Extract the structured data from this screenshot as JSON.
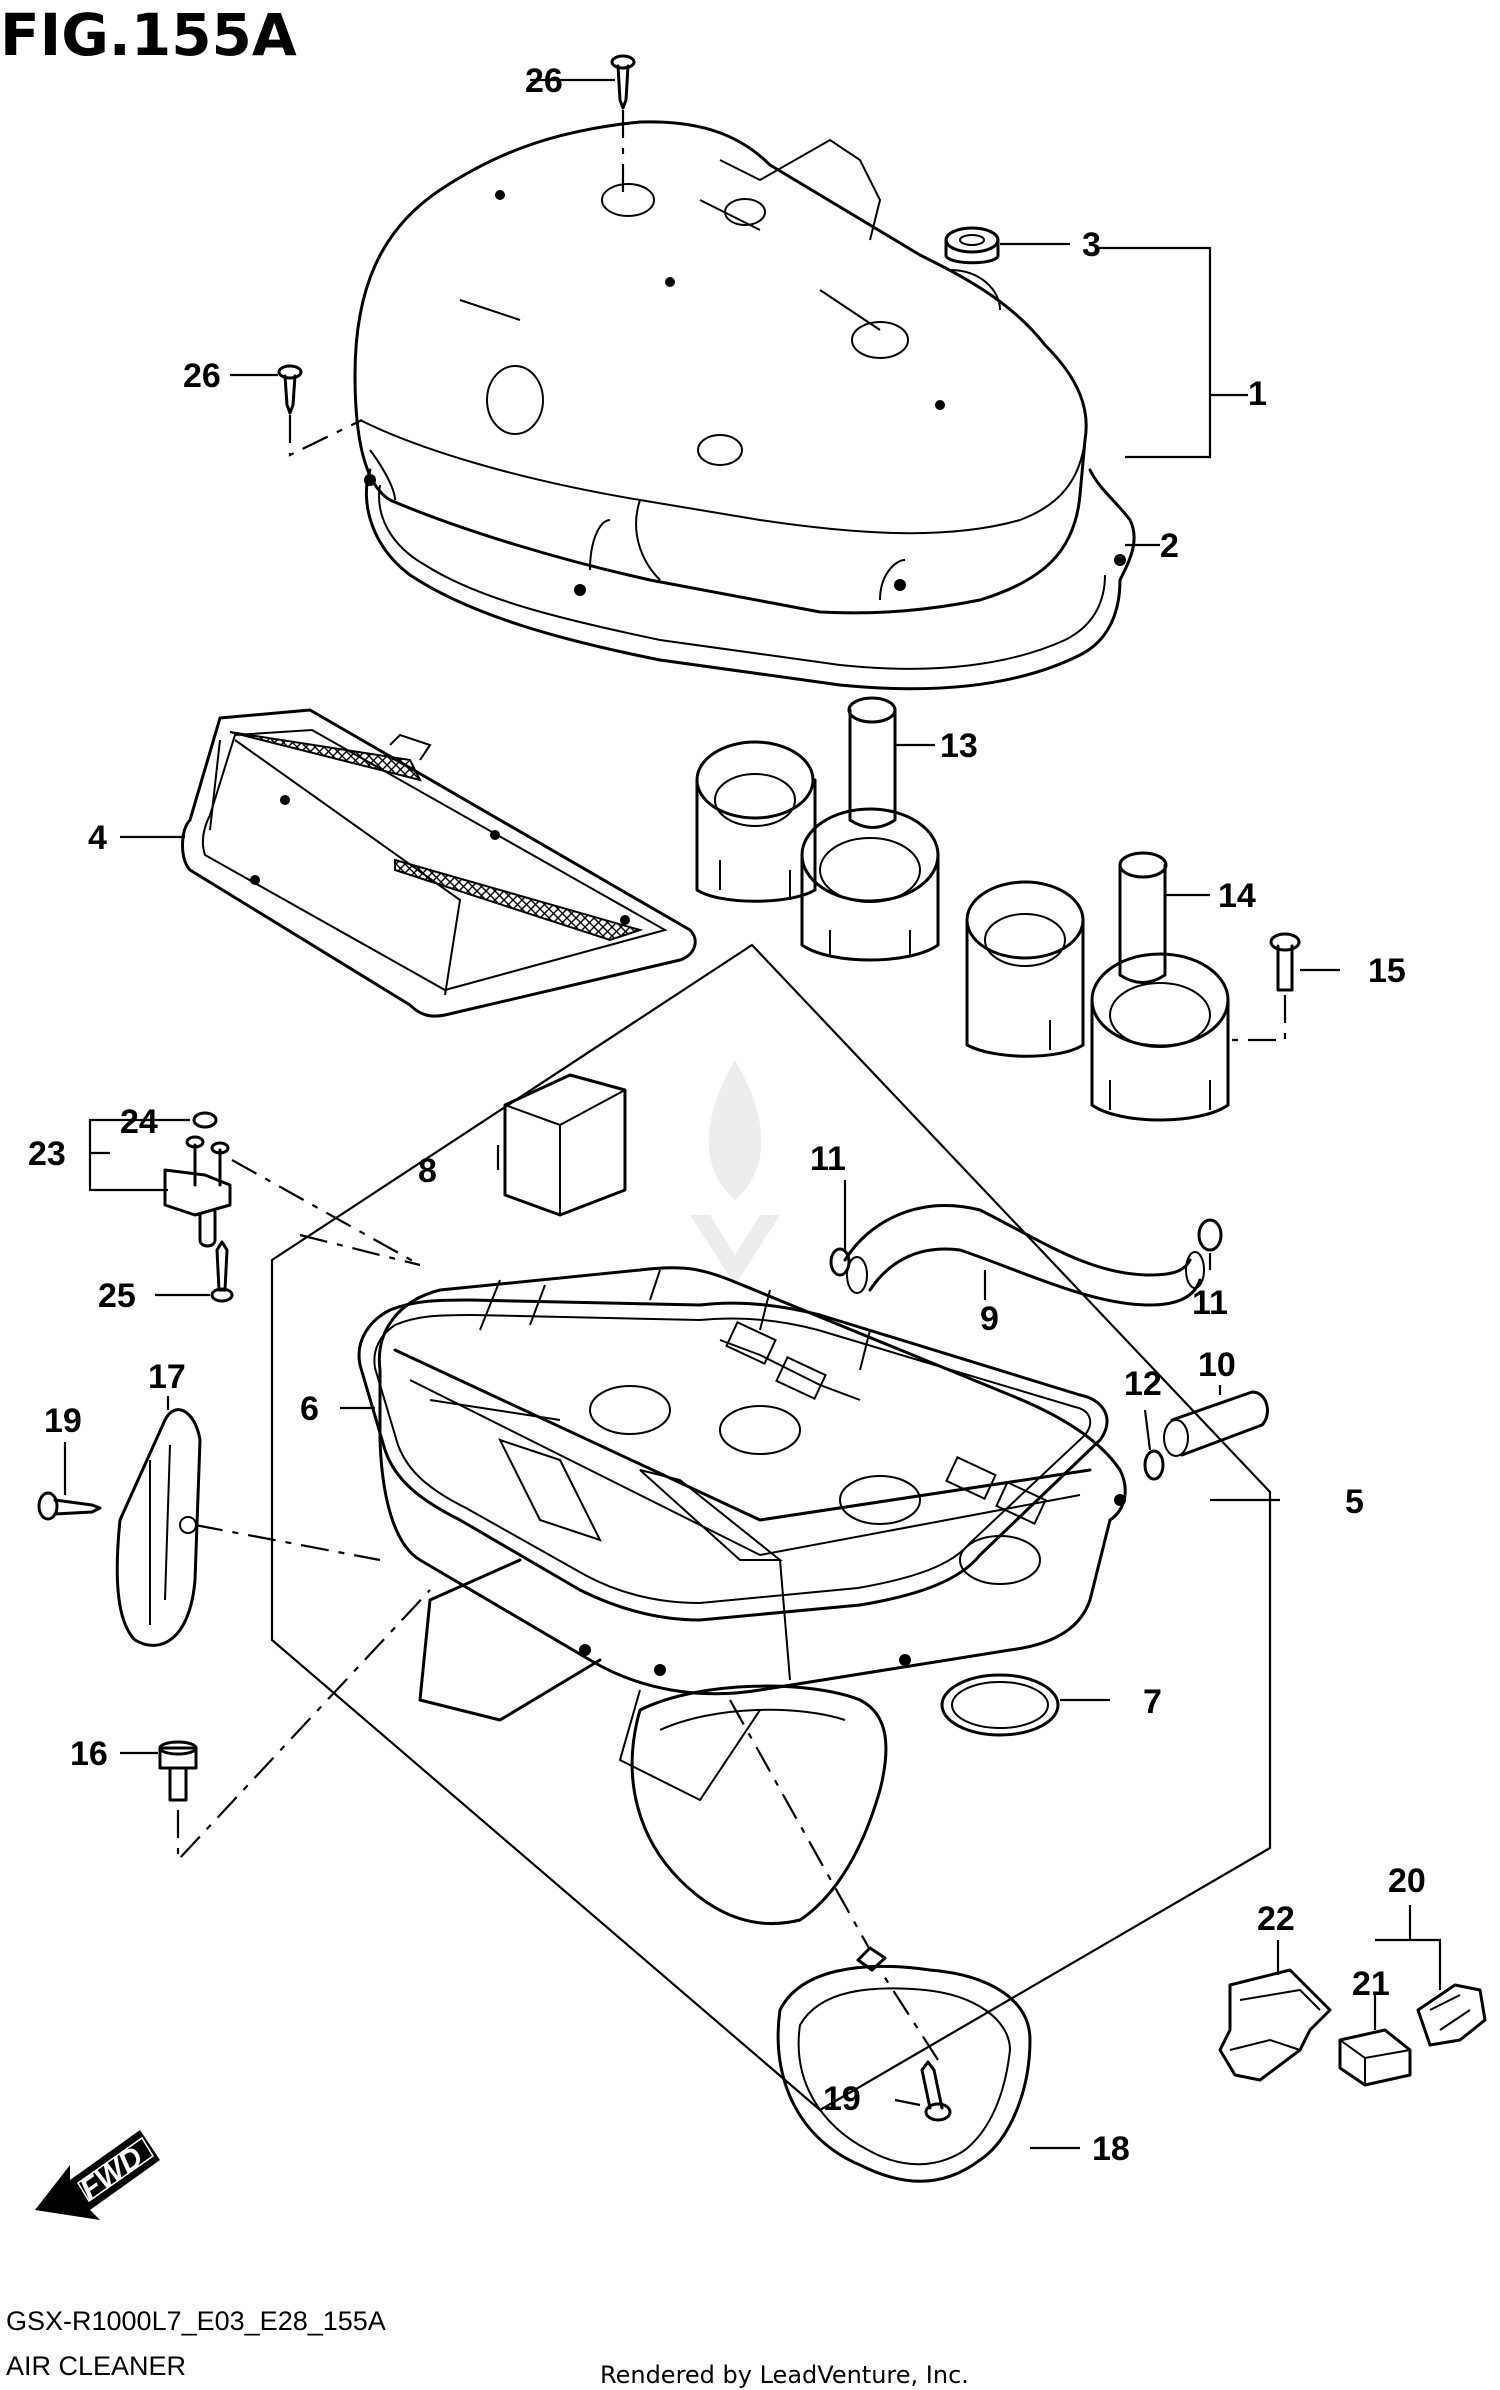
{
  "figure": {
    "title": "FIG.155A"
  },
  "callouts": {
    "c1": "1",
    "c2": "2",
    "c3": "3",
    "c4": "4",
    "c5": "5",
    "c6": "6",
    "c7": "7",
    "c8": "8",
    "c9": "9",
    "c10": "10",
    "c11a": "11",
    "c11b": "11",
    "c12": "12",
    "c13": "13",
    "c14": "14",
    "c15": "15",
    "c16": "16",
    "c17": "17",
    "c18": "18",
    "c19a": "19",
    "c19b": "19",
    "c20": "20",
    "c21": "21",
    "c22": "22",
    "c23": "23",
    "c24": "24",
    "c25": "25",
    "c26a": "26",
    "c26b": "26"
  },
  "fwd_marker": {
    "label": "FWD",
    "icon": "fwd-arrow-icon"
  },
  "footer": {
    "code": "GSX-R1000L7_E03_E28_155A",
    "caption": "AIR CLEANER",
    "credit": "Rendered by LeadVenture, Inc."
  },
  "watermark": {
    "icon": "leadventure-logo-icon"
  }
}
